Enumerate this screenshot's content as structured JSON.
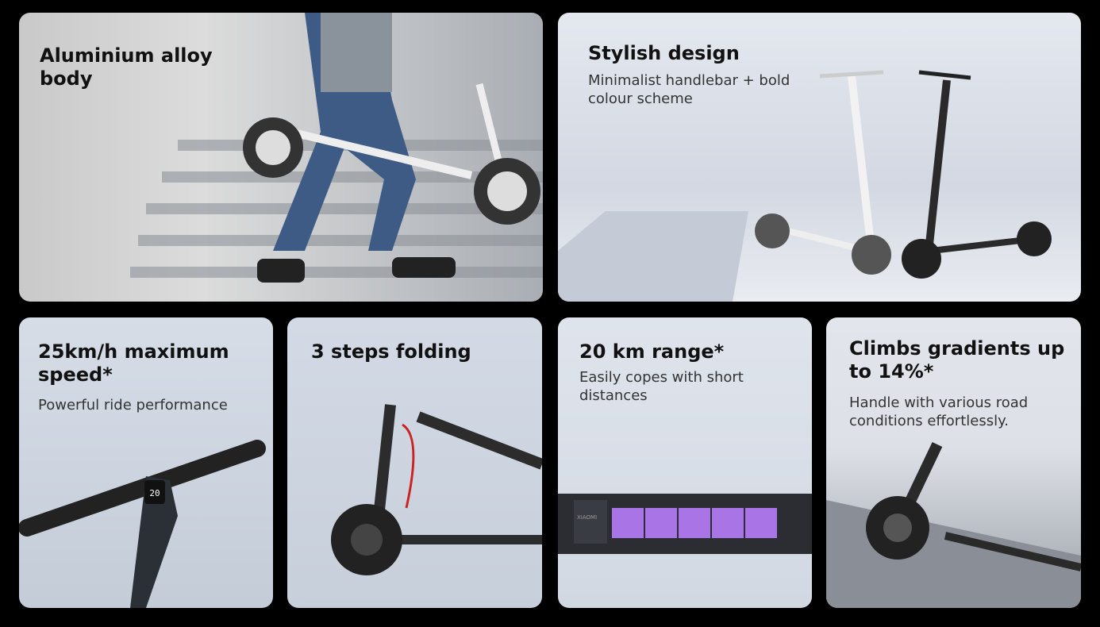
{
  "cards": [
    {
      "title": "Aluminium alloy body"
    },
    {
      "title": "Stylish design",
      "subtitle": "Minimalist handlebar + bold colour scheme"
    },
    {
      "title": "25km/h maximum speed*",
      "subtitle": "Powerful ride performance",
      "display": "20"
    },
    {
      "title": "3 steps folding"
    },
    {
      "title": "20 km range*",
      "subtitle": "Easily copes with short distances",
      "brand": "XIAOMI"
    },
    {
      "title": "Climbs gradients up to 14%*",
      "subtitle": "Handle with various road conditions effortlessly."
    }
  ],
  "colors": {
    "background": "#000000",
    "accent": "#d42a2a",
    "battery": "#a874e6"
  }
}
